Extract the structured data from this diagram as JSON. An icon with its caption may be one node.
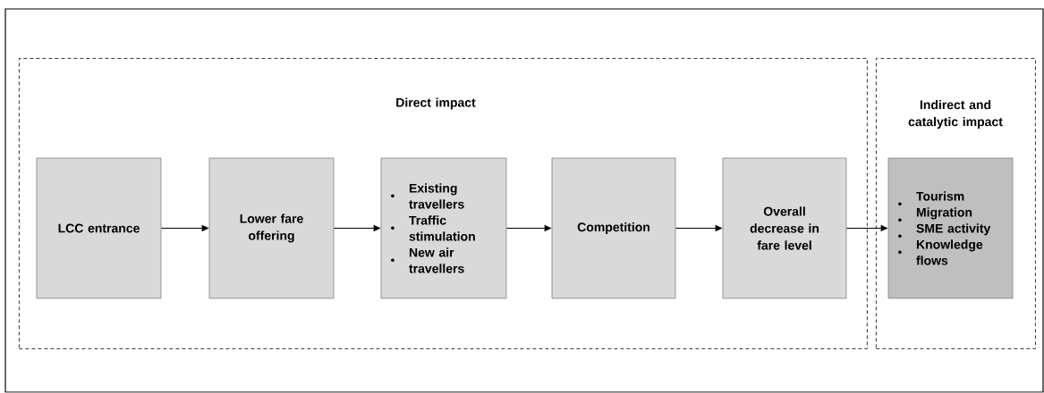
{
  "diagram": {
    "nodes": [
      {
        "text": [
          "Direct impact"
        ]
      },
      {
        "text": [
          "LCC entrance"
        ],
        "in": 0
      },
      {
        "text": [
          "Lower fare offering"
        ],
        "in": 0
      },
      {
        "text": [
          "Existing travellers",
          "Traffic stimulation",
          "New air travellers"
        ],
        "in": 0
      },
      {
        "text": [
          "Competition"
        ],
        "in": 0
      },
      {
        "text": [
          "Overall decrease in fare level"
        ],
        "in": 0
      },
      {
        "text": [
          "Indirect and catalytic impact"
        ]
      },
      {
        "text": [
          "Tourism",
          "Migration",
          "SME activity",
          "Knowledge flows"
        ],
        "in": 6
      }
    ],
    "edges": [
      {
        "from": 1,
        "to": 2,
        "arrow": "to"
      },
      {
        "from": 2,
        "to": 3,
        "arrow": "to"
      },
      {
        "from": 3,
        "to": 4,
        "arrow": "to"
      },
      {
        "from": 4,
        "to": 5,
        "arrow": "to"
      },
      {
        "from": 5,
        "to": 7,
        "arrow": "to"
      }
    ]
  }
}
